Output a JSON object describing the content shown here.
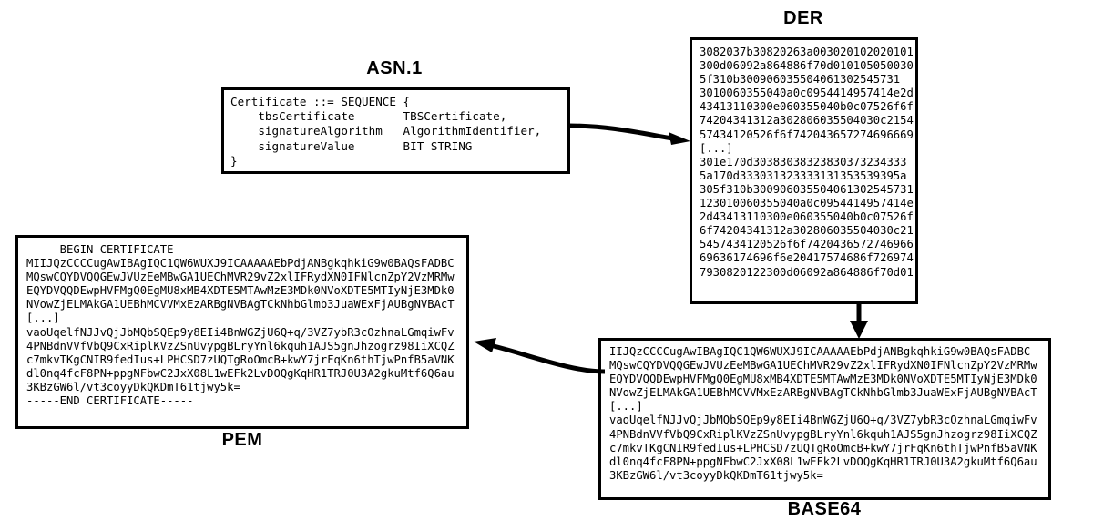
{
  "diagram": {
    "title_hidden": "",
    "labels": {
      "asn1": "ASN.1",
      "der": "DER",
      "pem": "PEM",
      "base64": "BASE64"
    },
    "colors": {
      "background": "#ffffff",
      "stroke": "#000000",
      "text": "#000000"
    },
    "arrows": [
      {
        "name": "asn1-to-der",
        "from": "asn1",
        "to": "der",
        "direction": "right"
      },
      {
        "name": "der-to-base64",
        "from": "der",
        "to": "base64",
        "direction": "down"
      },
      {
        "name": "base64-to-pem",
        "from": "base64",
        "to": "pem",
        "direction": "left"
      }
    ]
  },
  "asn1": {
    "text": "Certificate ::= SEQUENCE {\n    tbsCertificate       TBSCertificate,\n    signatureAlgorithm   AlgorithmIdentifier,\n    signatureValue       BIT STRING\n}"
  },
  "der": {
    "lines": [
      "3082037b30820263a003020102020101",
      "300d06092a864886f70d010105050030",
      "5f310b300906035504061302545731",
      "3010060355040a0c0954414957414e2d",
      "43413110300e060355040b0c07526f6f",
      "74204341312a302806035504030c2154",
      "57434120526f6f742043657274696669",
      "[...]",
      "301e170d30383038323830373234333",
      "5a170d333031323333131353539395a",
      "305f310b300906035504061302545731",
      "123010060355040a0c0954414957414e",
      "2d43413110300e060355040b0c07526f",
      "6f74204341312a302806035504030c21",
      "5457434120526f6f7420436572746966",
      "69636174696f6e20417574686f726974",
      "7930820122300d06092a864886f70d01"
    ],
    "text": "3082037b30820263a003020102020101\n300d06092a864886f70d010105050030\n5f310b300906035504061302545731\n3010060355040a0c0954414957414e2d\n43413110300e060355040b0c07526f6f\n74204341312a302806035504030c2154\n57434120526f6f742043657274696669\n[...]\n301e170d30383038323830373234333\n5a170d333031323333131353539395a\n305f310b300906035504061302545731\n123010060355040a0c0954414957414e\n2d43413110300e060355040b0c07526f\n6f74204341312a302806035504030c21\n5457434120526f6f7420436572746966\n69636174696f6e20417574686f726974\n7930820122300d06092a864886f70d01"
  },
  "pem": {
    "lines": [
      "-----BEGIN CERTIFICATE-----",
      "MIIJQzCCCCugAwIBAgIQC1QW6WUXJ9ICAAAAAEbPdjANBgkqhkiG9w0BAQsFADBC",
      "MQswCQYDVQQGEwJVUzEeMBwGA1UEChMVR29vZ2xlIFRydXN0IFNlcnZpY2VzMRMw",
      "EQYDVQQDEwpHVFMgQ0EgMU8xMB4XDTE5MTAwMzE3MDk0NVoXDTE5MTIyNjE3MDk0",
      "NVowZjELMAkGA1UEBhMCVVMxEzARBgNVBAgTCkNhbGlmb3JuaWExFjAUBgNVBAcT",
      "[...]",
      "vaoUqelfNJJvQjJbMQbSQEp9y8EIi4BnWGZjU6Q+q/3VZ7ybR3cOzhnaLGmqiwFv",
      "4PNBdnVVfVbQ9CxRiplKVzZSnUvypgBLryYnl6kquh1AJS5gnJhzogrz98IiXCQZ",
      "c7mkvTKgCNIR9fedIus+LPHCSD7zUQTgRoOmcB+kwY7jrFqKn6thTjwPnfB5aVNK",
      "dl0nq4fcF8PN+ppgNFbwC2JxX08L1wEFk2LvDOQgKqHR1TRJ0U3A2gkuMtf6Q6au",
      "3KBzGW6l/vt3coyyDkQKDmT61tjwy5k=",
      "-----END CERTIFICATE-----"
    ],
    "text": "-----BEGIN CERTIFICATE-----\nMIIJQzCCCCugAwIBAgIQC1QW6WUXJ9ICAAAAAEbPdjANBgkqhkiG9w0BAQsFADBC\nMQswCQYDVQQGEwJVUzEeMBwGA1UEChMVR29vZ2xlIFRydXN0IFNlcnZpY2VzMRMw\nEQYDVQQDEwpHVFMgQ0EgMU8xMB4XDTE5MTAwMzE3MDk0NVoXDTE5MTIyNjE3MDk0\nNVowZjELMAkGA1UEBhMCVVMxEzARBgNVBAgTCkNhbGlmb3JuaWExFjAUBgNVBAcT\n[...]\nvaoUqelfNJJvQjJbMQbSQEp9y8EIi4BnWGZjU6Q+q/3VZ7ybR3cOzhnaLGmqiwFv\n4PNBdnVVfVbQ9CxRiplKVzZSnUvypgBLryYnl6kquh1AJS5gnJhzogrz98IiXCQZ\nc7mkvTKgCNIR9fedIus+LPHCSD7zUQTgRoOmcB+kwY7jrFqKn6thTjwPnfB5aVNK\ndl0nq4fcF8PN+ppgNFbwC2JxX08L1wEFk2LvDOQgKqHR1TRJ0U3A2gkuMtf6Q6au\n3KBzGW6l/vt3coyyDkQKDmT61tjwy5k=\n-----END CERTIFICATE-----"
  },
  "base64": {
    "lines": [
      "IIJQzCCCCugAwIBAgIQC1QW6WUXJ9ICAAAAAEbPdjANBgkqhkiG9w0BAQsFADBC",
      "MQswCQYDVQQGEwJVUzEeMBwGA1UEChMVR29vZ2xlIFRydXN0IFNlcnZpY2VzMRMw",
      "EQYDVQQDEwpHVFMgQ0EgMU8xMB4XDTE5MTAwMzE3MDk0NVoXDTE5MTIyNjE3MDk0",
      "NVowZjELMAkGA1UEBhMCVVMxEzARBgNVBAgTCkNhbGlmb3JuaWExFjAUBgNVBAcT",
      "[...]",
      "vaoUqelfNJJvQjJbMQbSQEp9y8EIi4BnWGZjU6Q+q/3VZ7ybR3cOzhnaLGmqiwFv",
      "4PNBdnVVfVbQ9CxRiplKVzZSnUvypgBLryYnl6kquh1AJS5gnJhzogrz98IiXCQZ",
      "c7mkvTKgCNIR9fedIus+LPHCSD7zUQTgRoOmcB+kwY7jrFqKn6thTjwPnfB5aVNK",
      "dl0nq4fcF8PN+ppgNFbwC2JxX08L1wEFk2LvDOQgKqHR1TRJ0U3A2gkuMtf6Q6au",
      "3KBzGW6l/vt3coyyDkQKDmT61tjwy5k="
    ],
    "text": "IIJQzCCCCugAwIBAgIQC1QW6WUXJ9ICAAAAAEbPdjANBgkqhkiG9w0BAQsFADBC\nMQswCQYDVQQGEwJVUzEeMBwGA1UEChMVR29vZ2xlIFRydXN0IFNlcnZpY2VzMRMw\nEQYDVQQDEwpHVFMgQ0EgMU8xMB4XDTE5MTAwMzE3MDk0NVoXDTE5MTIyNjE3MDk0\nNVowZjELMAkGA1UEBhMCVVMxEzARBgNVBAgTCkNhbGlmb3JuaWExFjAUBgNVBAcT\n[...]\nvaoUqelfNJJvQjJbMQbSQEp9y8EIi4BnWGZjU6Q+q/3VZ7ybR3cOzhnaLGmqiwFv\n4PNBdnVVfVbQ9CxRiplKVzZSnUvypgBLryYnl6kquh1AJS5gnJhzogrz98IiXCQZ\nc7mkvTKgCNIR9fedIus+LPHCSD7zUQTgRoOmcB+kwY7jrFqKn6thTjwPnfB5aVNK\ndl0nq4fcF8PN+ppgNFbwC2JxX08L1wEFk2LvDOQgKqHR1TRJ0U3A2gkuMtf6Q6au\n3KBzGW6l/vt3coyyDkQKDmT61tjwy5k="
  }
}
